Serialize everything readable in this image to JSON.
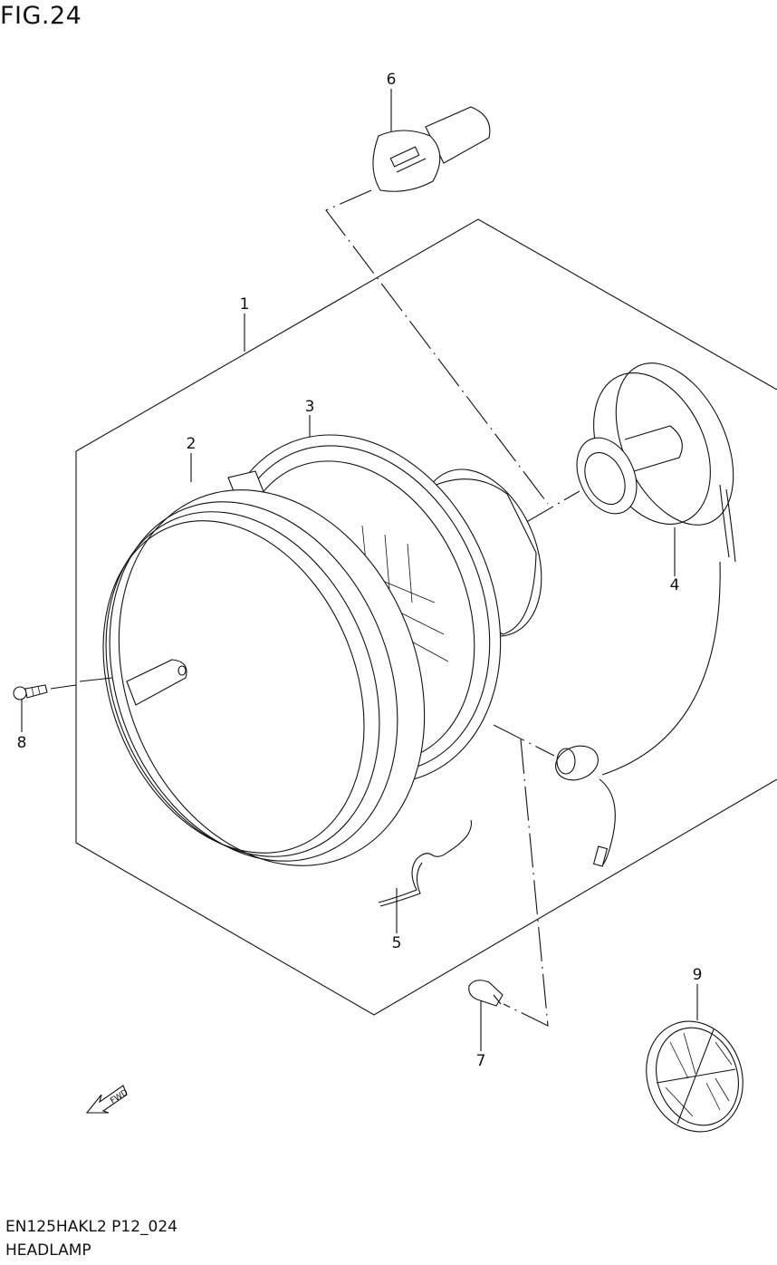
{
  "figure": {
    "title": "FIG.24",
    "model_code": "EN125HAKL2 P12_024",
    "section_name": "HEADLAMP",
    "fwd_label": "FWD"
  },
  "parts": [
    {
      "callout": "1"
    },
    {
      "callout": "2"
    },
    {
      "callout": "3"
    },
    {
      "callout": "4"
    },
    {
      "callout": "5"
    },
    {
      "callout": "6"
    },
    {
      "callout": "7"
    },
    {
      "callout": "8"
    },
    {
      "callout": "9"
    }
  ]
}
